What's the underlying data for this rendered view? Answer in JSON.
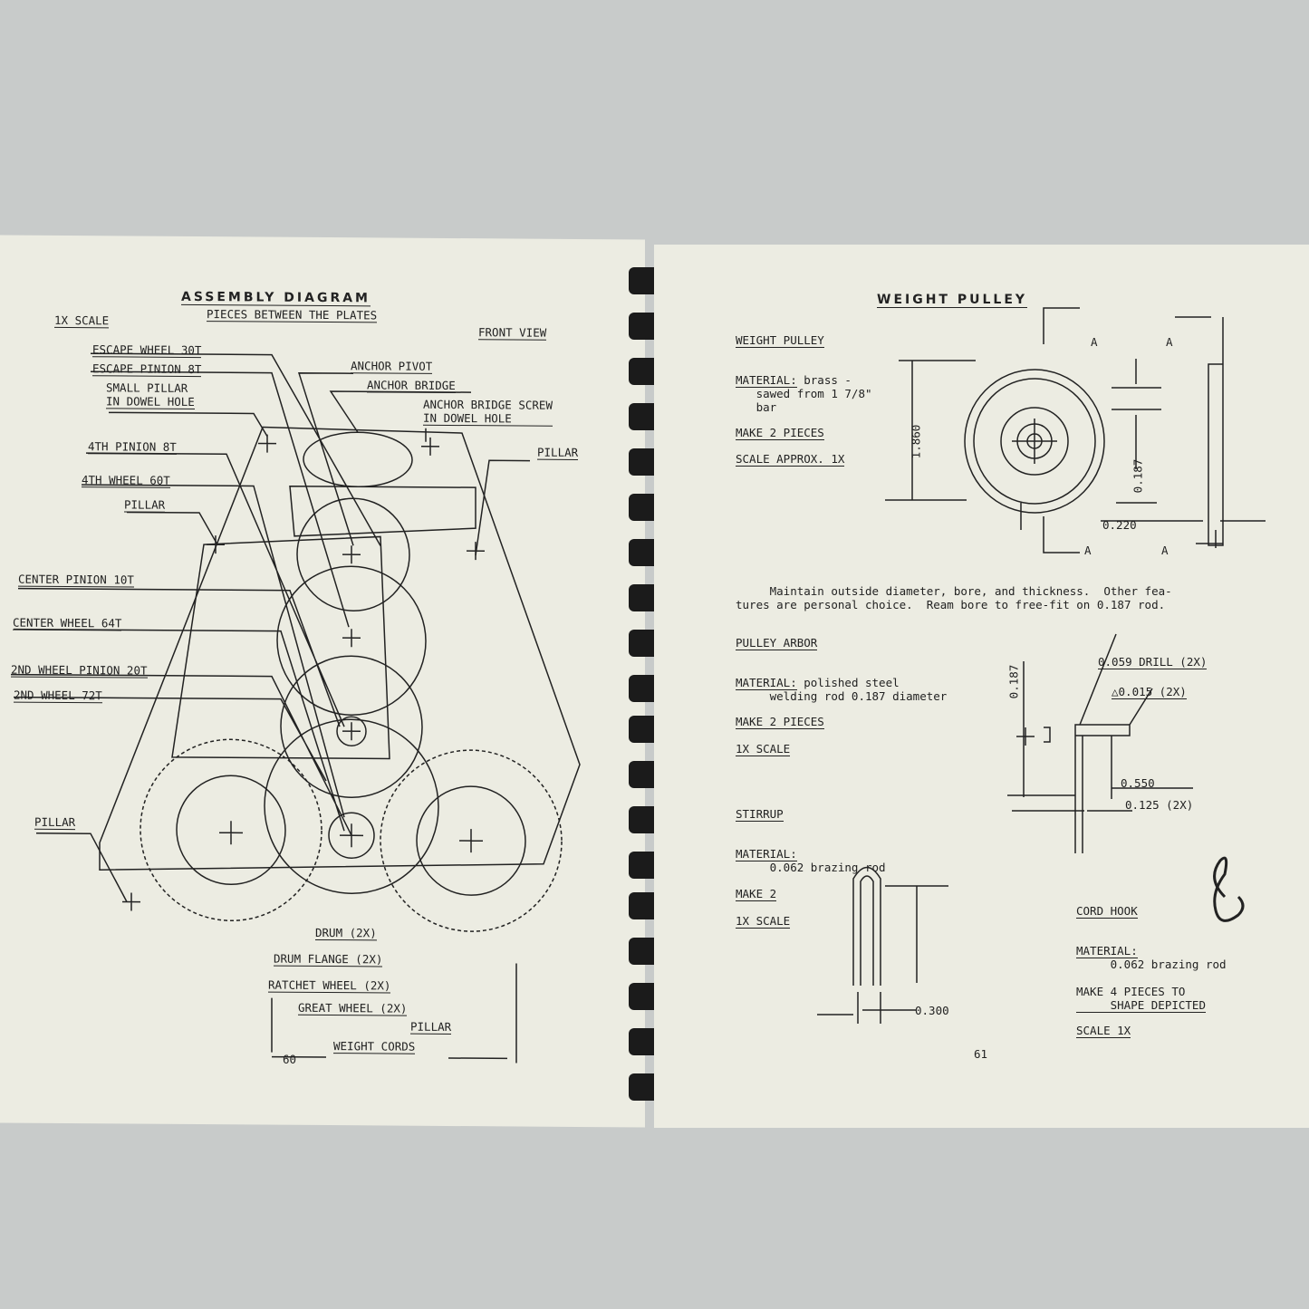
{
  "left_page": {
    "title": "ASSEMBLY DIAGRAM",
    "subtitle": "PIECES BETWEEN THE PLATES",
    "scale": "1X SCALE",
    "view": "FRONT VIEW",
    "labels": [
      "ESCAPE WHEEL 30T",
      "ESCAPE PINION 8T",
      "SMALL PILLAR\nIN DOWEL HOLE",
      "4TH PINION 8T",
      "4TH WHEEL 60T",
      "PILLAR",
      "CENTER PINION 10T",
      "CENTER WHEEL 64T",
      "2ND WHEEL PINION 20T",
      "2ND WHEEL 72T",
      "PILLAR",
      "ANCHOR PIVOT",
      "ANCHOR BRIDGE",
      "ANCHOR BRIDGE SCREW\nIN DOWEL HOLE",
      "PILLAR",
      "DRUM (2X)",
      "DRUM FLANGE (2X)",
      "RATCHET WHEEL (2X)",
      "GREAT WHEEL (2X)",
      "PILLAR",
      "WEIGHT CORDS"
    ],
    "page_number": "60"
  },
  "right_page": {
    "title": "WEIGHT PULLEY",
    "pulley": {
      "heading": "WEIGHT PULLEY",
      "material_label": "MATERIAL:",
      "material": " brass -\n   sawed from 1 7/8\"\n   bar",
      "make": "MAKE 2 PIECES",
      "scale": "SCALE APPROX. 1X",
      "dims": [
        "1.860",
        "0.187",
        "0.220",
        "A",
        "A",
        "A",
        "A"
      ]
    },
    "note": "     Maintain outside diameter, bore, and thickness.  Other fea-\ntures are personal choice.  Ream bore to free-fit on 0.187 rod.",
    "arbor": {
      "heading": "PULLEY ARBOR",
      "material_label": "MATERIAL:",
      "material": " polished steel\n     welding rod 0.187 diameter",
      "make": "MAKE 2 PIECES",
      "scale": "1X SCALE",
      "dims": [
        "0.059 DRILL (2X)",
        "△0.015 (2X)",
        "0.187",
        "0.550",
        "0.125 (2X)"
      ]
    },
    "stirrup": {
      "heading": "STIRRUP",
      "material_label": "MATERIAL:",
      "material": "     0.062 brazing rod",
      "make": "MAKE 2",
      "scale": "1X SCALE",
      "dim": "0.300"
    },
    "hook": {
      "heading": "CORD HOOK",
      "material_label": "MATERIAL:",
      "material": "     0.062 brazing rod",
      "make": "MAKE 4 PIECES TO\n     SHAPE DEPICTED",
      "scale": "SCALE 1X"
    },
    "page_number": "61"
  }
}
